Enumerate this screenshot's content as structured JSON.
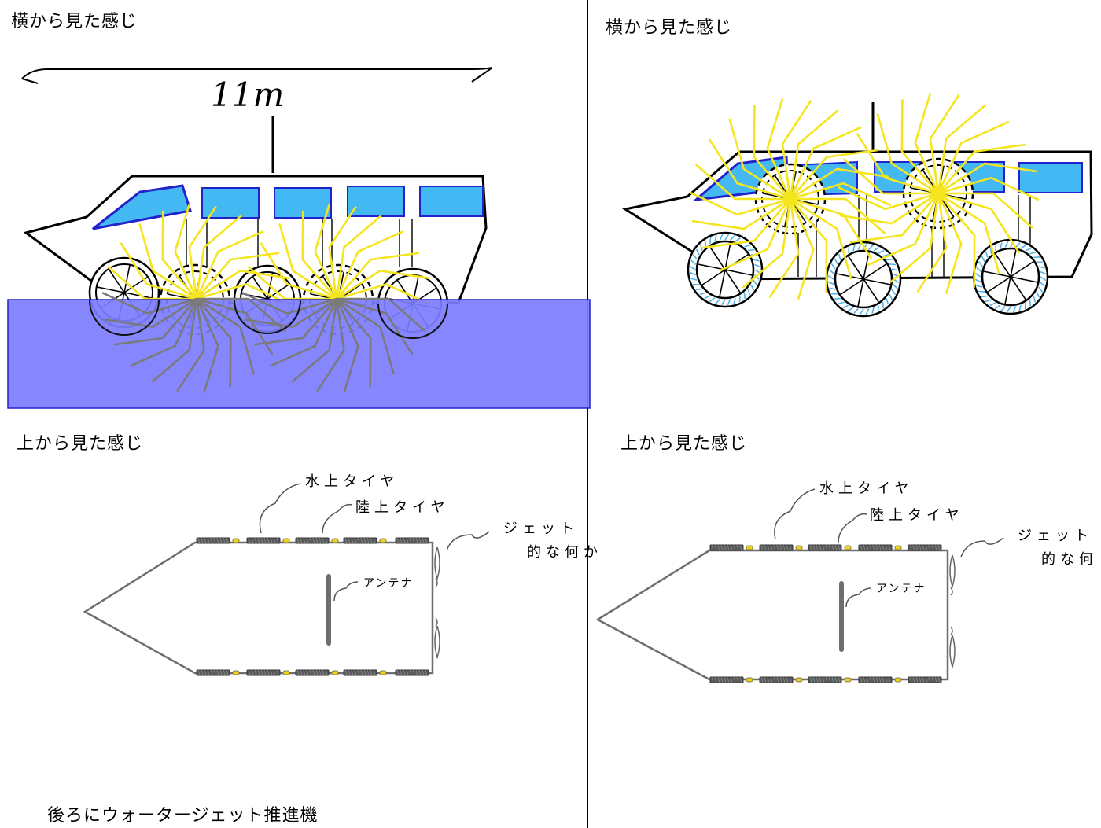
{
  "panels": {
    "top_left": {
      "caption": "横から見た感じ",
      "length_label": "11m"
    },
    "top_right": {
      "caption": "横から見た感じ"
    },
    "bottom_left": {
      "caption": "上から見た感じ"
    },
    "bottom_right": {
      "caption": "上から見た感じ"
    }
  },
  "annotations": {
    "water_tire": "水上タイヤ",
    "land_tire": "陸上タイヤ",
    "jet_line1": "ジェット",
    "jet_line2": "的な何か",
    "jet_line2_cut": "的な何",
    "antenna": "アンテナ"
  },
  "footer_note": "後ろにウォータージェット推進機",
  "colors": {
    "water": "#7c7cff",
    "window_fill": "#43b8f2",
    "window_stroke": "#2222cc",
    "spoke_yellow": "#f5e51e",
    "spoke_grey": "#7a7a7a",
    "tread_blue": "#4fb3e8",
    "plan_grey": "#6e6e6e"
  }
}
